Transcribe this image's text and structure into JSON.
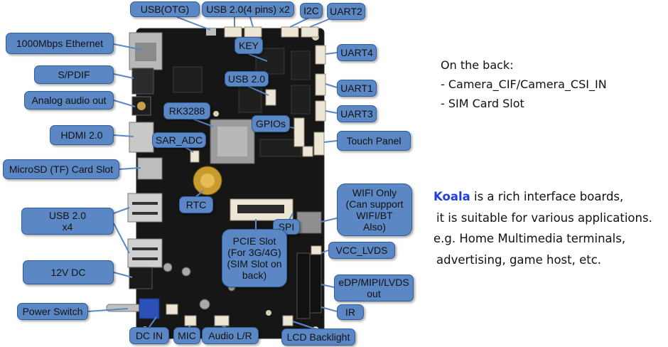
{
  "labels": {
    "usb_otg": "USB(OTG)",
    "usb_4pin": "USB 2.0(4 pins) x2",
    "i2c": "I2C",
    "uart2": "UART2",
    "ethernet": "1000Mbps Ethernet",
    "key": "KEY",
    "uart4": "UART4",
    "spdif": "S/PDIF",
    "usb20_mid": "USB 2.0",
    "uart1": "UART1",
    "analog_audio": "Analog audio out",
    "rk3288": "RK3288",
    "gpios": "GPIOs",
    "uart3": "UART3",
    "hdmi": "HDMI 2.0",
    "sar_adc": "SAR_ADC",
    "touch_panel": "Touch Panel",
    "microsd": "MicroSD (TF) Card Slot",
    "wifi": "WIFI Only\n(Can support\nWIFI/BT\nAlso)",
    "rtc": "RTC",
    "usb_x4": "USB 2.0\nx4",
    "spi": "SPI",
    "pcie": "PCIE Slot\n(For 3G/4G)\n(SIM Slot on\nback)",
    "vcc_lvds": "VCC_LVDS",
    "dc12v": "12V DC",
    "edp": "eDP/MIPI/LVDS\nout",
    "power_switch": "Power Switch",
    "ir": "IR",
    "dc_in": "DC IN",
    "mic": "MIC",
    "audio_lr": "Audio L/R",
    "lcd_backlight": "LCD Backlight"
  },
  "back_notes": {
    "heading": "On the back:",
    "items": [
      "- Camera_CIF/Camera_CSI_IN",
      "- SIM Card Slot"
    ]
  },
  "summary": {
    "brand": "Koala",
    "line1_rest": " is a rich interface boards,",
    "line2": "it is suitable for various applications.",
    "line3": "e.g. Home Multimedia terminals,",
    "line4": "advertising, game host, etc."
  },
  "colors": {
    "label_fill": "#5b88c4",
    "board": "#141414",
    "brand": "#1f3ee0"
  }
}
